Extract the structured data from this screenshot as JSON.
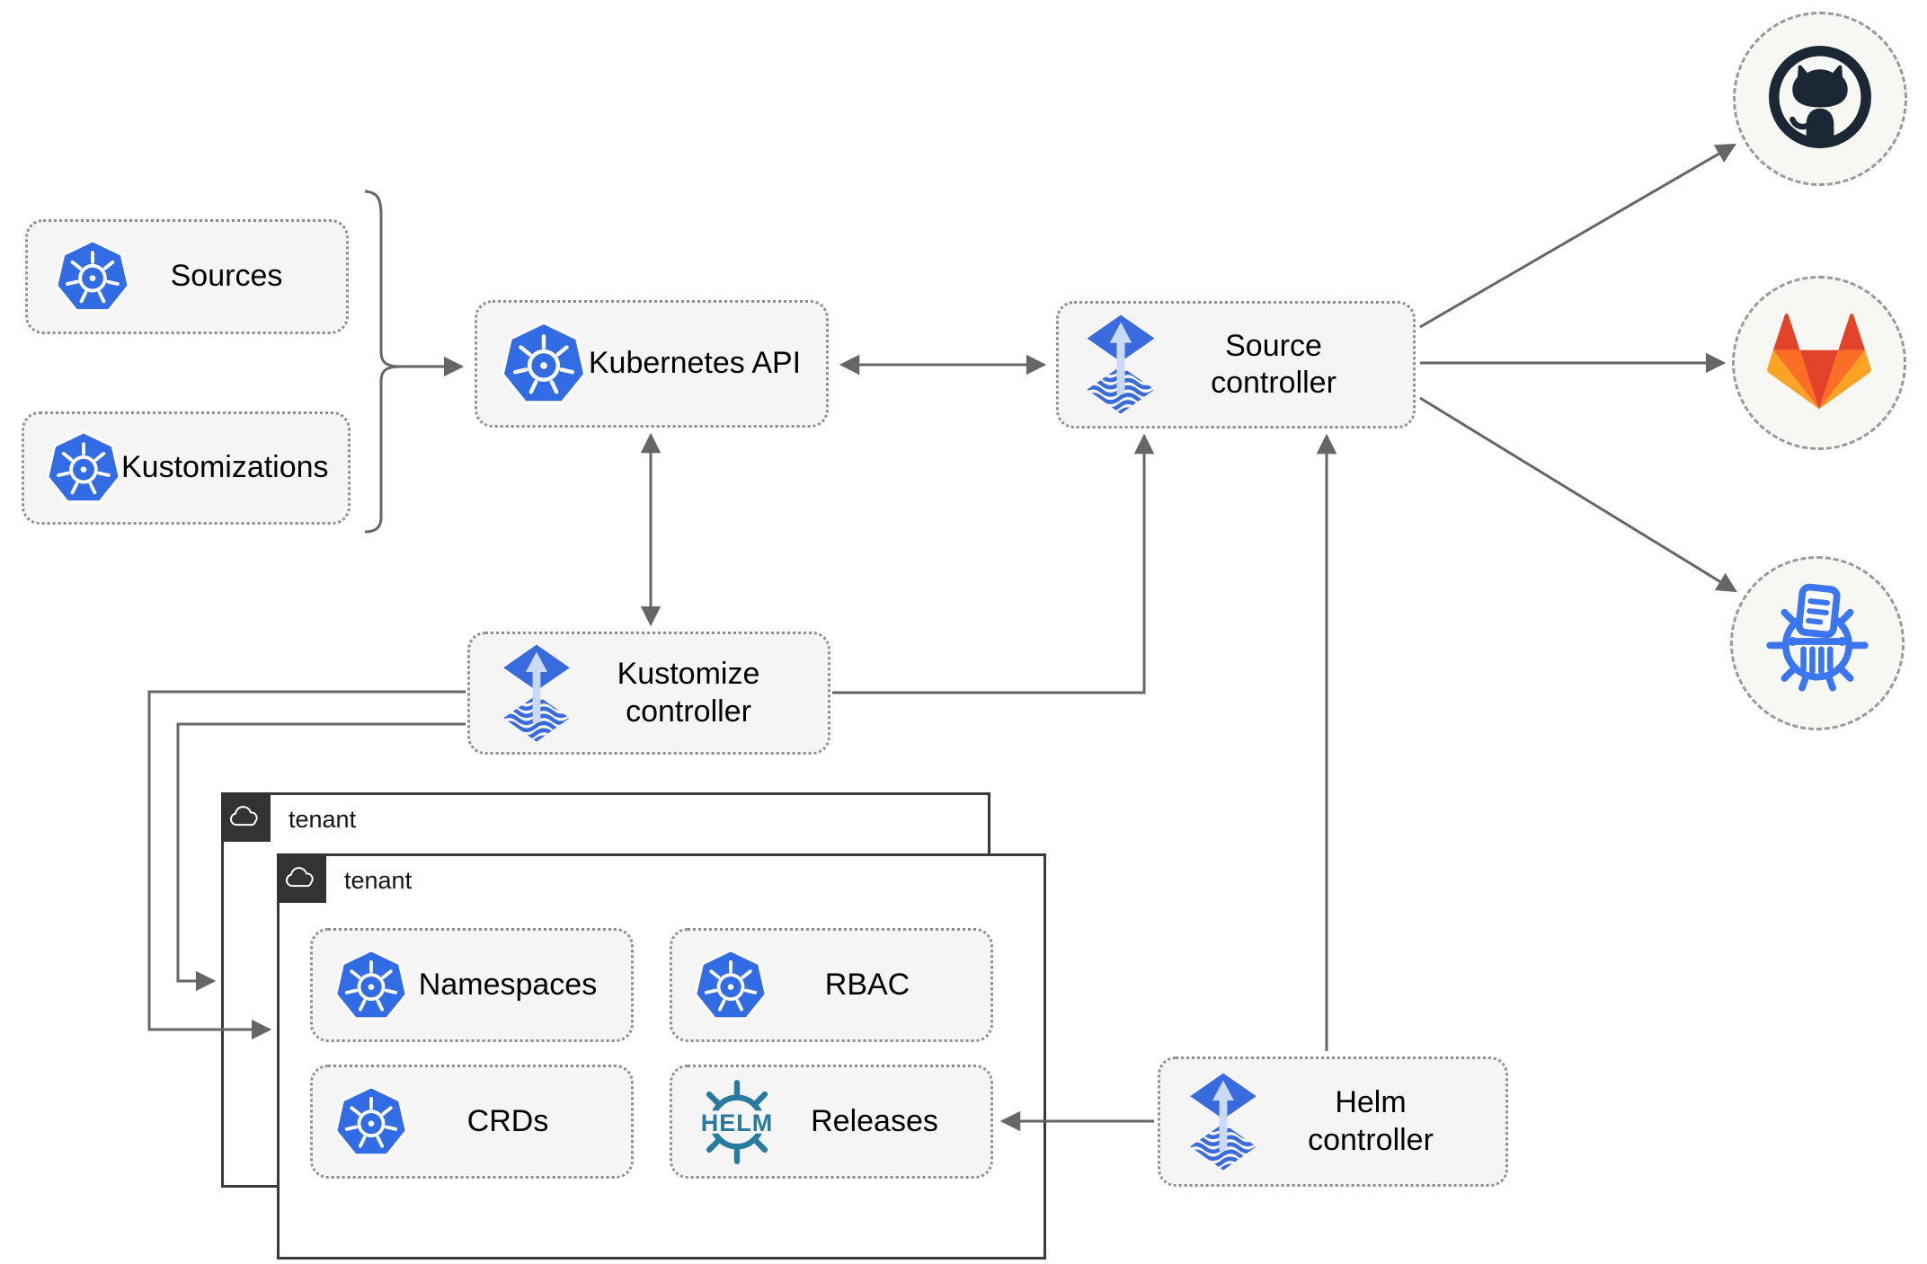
{
  "nodes": {
    "sources": {
      "label": "Sources",
      "icon": "kubernetes-icon"
    },
    "kustomizations": {
      "label": "Kustomizations",
      "icon": "kubernetes-icon"
    },
    "kubernetes_api": {
      "label": "Kubernetes API",
      "icon": "kubernetes-icon"
    },
    "source_controller": {
      "line1": "Source",
      "line2": "controller",
      "icon": "flux-icon"
    },
    "kustomize_controller": {
      "line1": "Kustomize",
      "line2": "controller",
      "icon": "flux-icon"
    },
    "helm_controller": {
      "line1": "Helm",
      "line2": "controller",
      "icon": "flux-icon"
    },
    "namespaces": {
      "label": "Namespaces",
      "icon": "kubernetes-icon"
    },
    "rbac": {
      "label": "RBAC",
      "icon": "kubernetes-icon"
    },
    "crds": {
      "label": "CRDs",
      "icon": "kubernetes-icon"
    },
    "releases": {
      "label": "Releases",
      "icon": "helm-icon",
      "icon_text": "HELM"
    }
  },
  "groups": {
    "tenant_back": {
      "label": "tenant",
      "icon": "cloud-icon"
    },
    "tenant_front": {
      "label": "tenant",
      "icon": "cloud-icon"
    }
  },
  "endpoints": {
    "github": {
      "icon": "github-octocat-icon"
    },
    "gitlab": {
      "icon": "gitlab-tanuki-icon"
    },
    "chartmuseum": {
      "icon": "chartmuseum-helm-repository-icon"
    }
  },
  "colors": {
    "kubernetes_blue": "#326CE5",
    "flux_blue": "#3A6BDE",
    "flux_arrow_light": "#C9D9F6",
    "helm_teal": "#277B9E",
    "github_dark": "#1B2735",
    "gitlab_red": "#E24329",
    "gitlab_orange": "#FC6D26",
    "gitlab_amber": "#FCA326",
    "chartmuseum_blue": "#3B76F0",
    "edge_gray": "#666666",
    "node_fill": "#F5F5F5",
    "tenant_tab_dark": "#333333"
  }
}
